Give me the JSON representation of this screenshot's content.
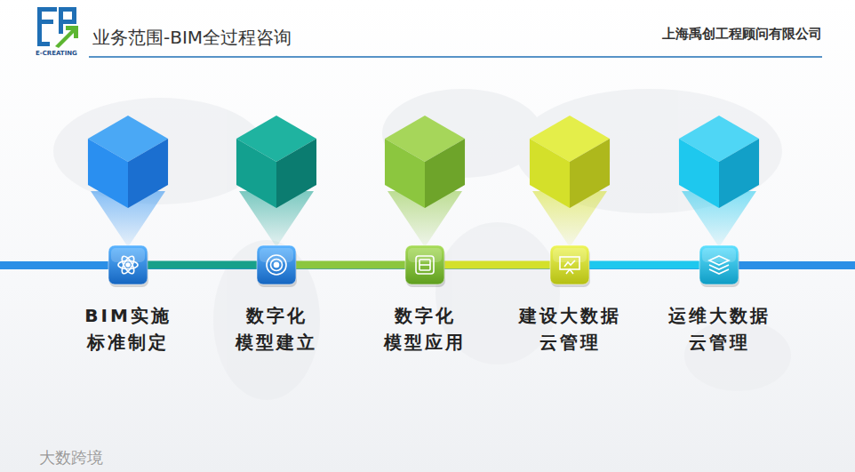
{
  "diagram": {
    "title": "业务范围-BIM全过程咨询",
    "nodes": [
      {
        "text": [
          "BIM实施 标准制定"
        ]
      },
      {
        "text": [
          "数字化 模型建立"
        ]
      },
      {
        "text": [
          "数字化 模型应用"
        ]
      },
      {
        "text": [
          "建设大数据 云管理"
        ]
      },
      {
        "text": [
          "运维大数据 云管理"
        ]
      }
    ],
    "edges": [
      {
        "from": 0,
        "to": 1,
        "arrow": "none"
      },
      {
        "from": 1,
        "to": 2,
        "arrow": "none"
      },
      {
        "from": 2,
        "to": 3,
        "arrow": "none"
      },
      {
        "from": 3,
        "to": 4,
        "arrow": "none"
      }
    ],
    "labels": [
      "上海禹创工程顾问有限公司",
      "E-CREATING",
      "大数跨境"
    ]
  }
}
